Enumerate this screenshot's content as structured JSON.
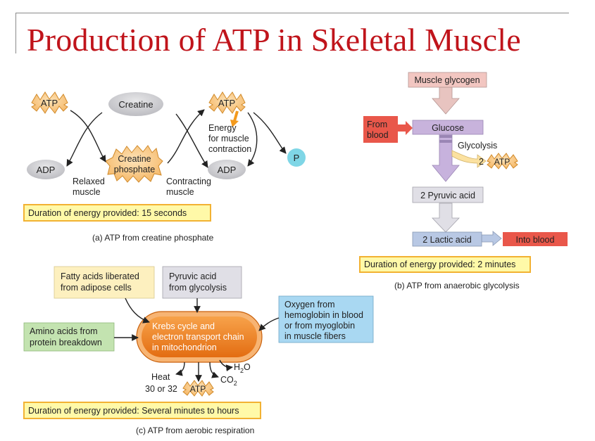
{
  "title": "Production of ATP in Skeletal Muscle",
  "panel_a": {
    "atp_left": "ATP",
    "creatine": "Creatine",
    "atp_right": "ATP",
    "energy_line1": "Energy",
    "energy_line2": "for muscle",
    "energy_line3": "contraction",
    "p": "P",
    "adp_left": "ADP",
    "cp_line1": "Creatine",
    "cp_line2": "phosphate",
    "adp_right": "ADP",
    "relaxed_line1": "Relaxed",
    "relaxed_line2": "muscle",
    "contracting_line1": "Contracting",
    "contracting_line2": "muscle",
    "duration": "Duration of energy provided: 15 seconds",
    "caption": "(a) ATP from creatine phosphate"
  },
  "panel_b": {
    "muscle_glycogen": "Muscle glycogen",
    "from_line1": "From",
    "from_line2": "blood",
    "glucose": "Glucose",
    "glycolysis": "Glycolysis",
    "atp_count": "2",
    "atp": "ATP",
    "pyruvic": "2 Pyruvic acid",
    "lactic": "2 Lactic acid",
    "into_blood": "Into blood",
    "duration": "Duration of energy provided: 2 minutes",
    "caption": "(b)  ATP from anaerobic glycolysis"
  },
  "panel_c": {
    "fatty_line1": "Fatty acids liberated",
    "fatty_line2": "from adipose cells",
    "pyruvic_line1": "Pyruvic acid",
    "pyruvic_line2": "from glycolysis",
    "oxygen_line1": "Oxygen from",
    "oxygen_line2": "hemoglobin in blood",
    "oxygen_line3": "or from myoglobin",
    "oxygen_line4": "in muscle fibers",
    "amino_line1": "Amino acids from",
    "amino_line2": "protein breakdown",
    "krebs_line1": "Krebs cycle and",
    "krebs_line2": "electron transport chain",
    "krebs_line3": "in mitochondrion",
    "heat": "Heat",
    "atp_count": "30 or 32",
    "atp": "ATP",
    "h2o_main": "H",
    "h2o_sub": "2",
    "h2o_end": "O",
    "co2_main": "CO",
    "co2_sub": "2",
    "duration": "Duration of energy provided: Several minutes to hours",
    "caption": "(c) ATP from aerobic respiration"
  },
  "colors": {
    "title": "#c0141b",
    "atp_fill": "#fbd49a",
    "oval_fill": "#d3d3d6",
    "p_fill": "#7fd6e6",
    "duration_fill": "#fff9a8",
    "duration_border": "#f2b233",
    "glycogen_fill": "#f2c6c1",
    "blood_fill": "#e9574a",
    "glucose_fill": "#c8b3dc",
    "lactic_fill": "#b8c8e4",
    "fatty_fill": "#fdf0bf",
    "pyruvic_fill": "#e0dfe6",
    "oxygen_fill": "#a9d8f2",
    "amino_fill": "#c3e3b0",
    "mito_fill": "#ee7c1e"
  }
}
